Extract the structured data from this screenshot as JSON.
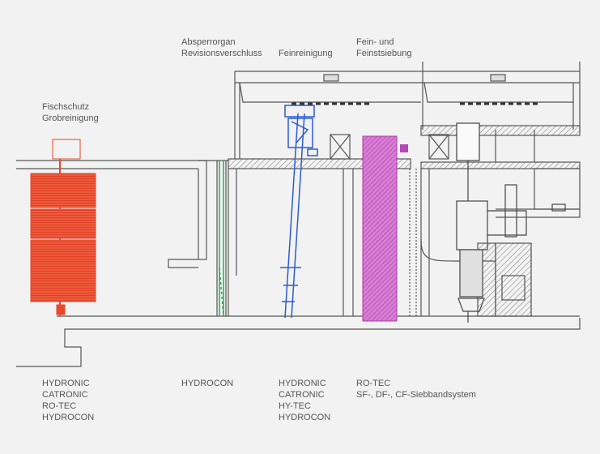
{
  "top_labels": {
    "fischschutz": {
      "line1": "Fischschutz",
      "line2": "Grobreinigung"
    },
    "absperrorgan": {
      "line1": "Absperrorgan",
      "line2": "Revisionsverschluss"
    },
    "feinreinigung": {
      "line1": "Feinreinigung"
    },
    "siebung": {
      "line1": "Fein- und",
      "line2": "Feinstsiebung"
    }
  },
  "bottom_labels": {
    "col1": [
      "HYDRONIC",
      "CATRONIC",
      "RO-TEC",
      "HYDROCON"
    ],
    "col2": [
      "HYDROCON"
    ],
    "col3": [
      "HYDRONIC",
      "CATRONIC",
      "HY-TEC",
      "HYDROCON"
    ],
    "col4": [
      "RO-TEC",
      "SF-, DF-, CF-Siebbandsystem"
    ]
  },
  "colors": {
    "fischschutz": "#e8472b",
    "absperrorgan": "#2fa44f",
    "feinreinigung": "#2a5bd7",
    "siebung": "#b348b5",
    "structure": "#555555"
  }
}
